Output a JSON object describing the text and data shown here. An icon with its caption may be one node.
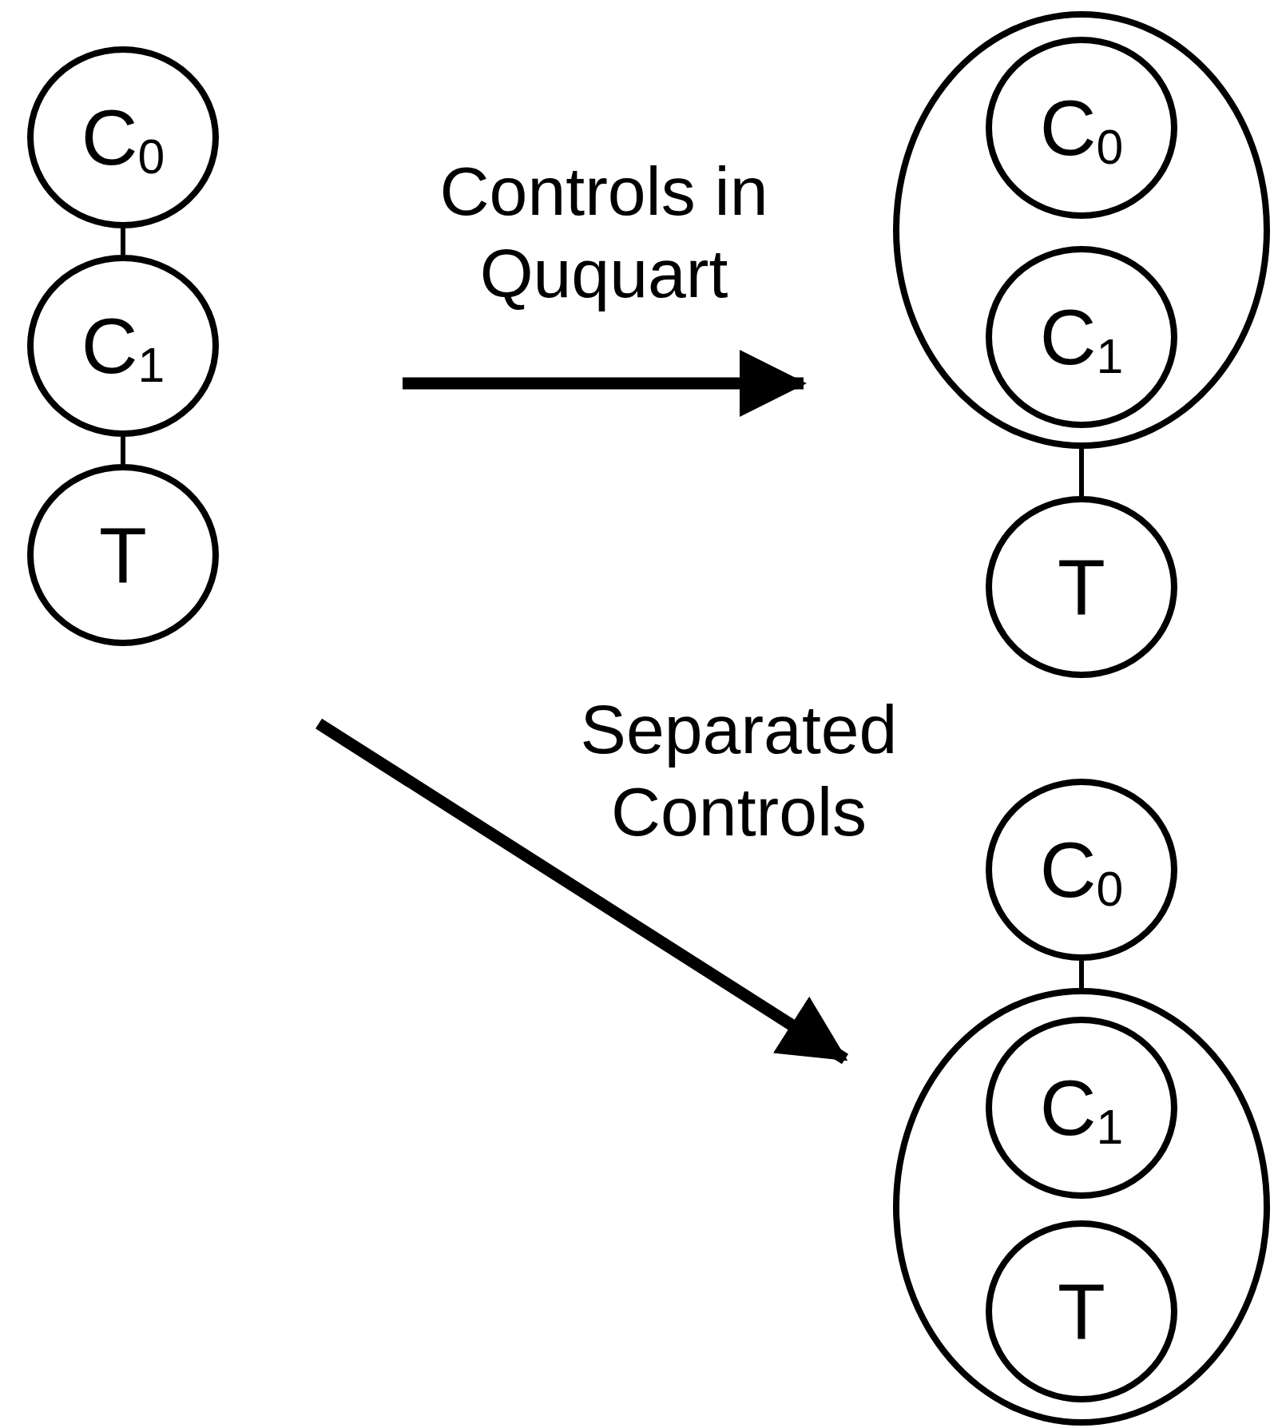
{
  "diagram": {
    "nodes": [
      {
        "text": [
          "C$_{0}$"
        ]
      },
      {
        "text": [
          "C$_{1}$"
        ]
      },
      {
        "text": [
          "T"
        ]
      },
      {
        "text": [],
        "shape": "circle"
      },
      {
        "text": [
          "C$_{0}$"
        ],
        "in": 3
      },
      {
        "text": [
          "C$_{1}$"
        ],
        "in": 3
      },
      {
        "text": [
          "T"
        ]
      },
      {
        "text": [
          "C$_{0}$"
        ]
      },
      {
        "text": [],
        "shape": "circle"
      },
      {
        "text": [
          "C$_{1}$"
        ],
        "in": 8
      },
      {
        "text": [
          "T"
        ],
        "in": 8
      }
    ],
    "edges": [
      {
        "from": 0,
        "to": 1,
        "arrow": "none"
      },
      {
        "from": 1,
        "to": 2,
        "arrow": "none"
      },
      {
        "from": 3,
        "to": 6,
        "arrow": "none"
      },
      {
        "from": 7,
        "to": 8,
        "arrow": "none"
      },
      {
        "from": null,
        "to": 3,
        "arrow": "to",
        "label": "Controls in Ququart",
        "style": "thick"
      },
      {
        "from": null,
        "to": 8,
        "arrow": "to",
        "label": "Separated Controls",
        "style": "thick"
      }
    ]
  }
}
